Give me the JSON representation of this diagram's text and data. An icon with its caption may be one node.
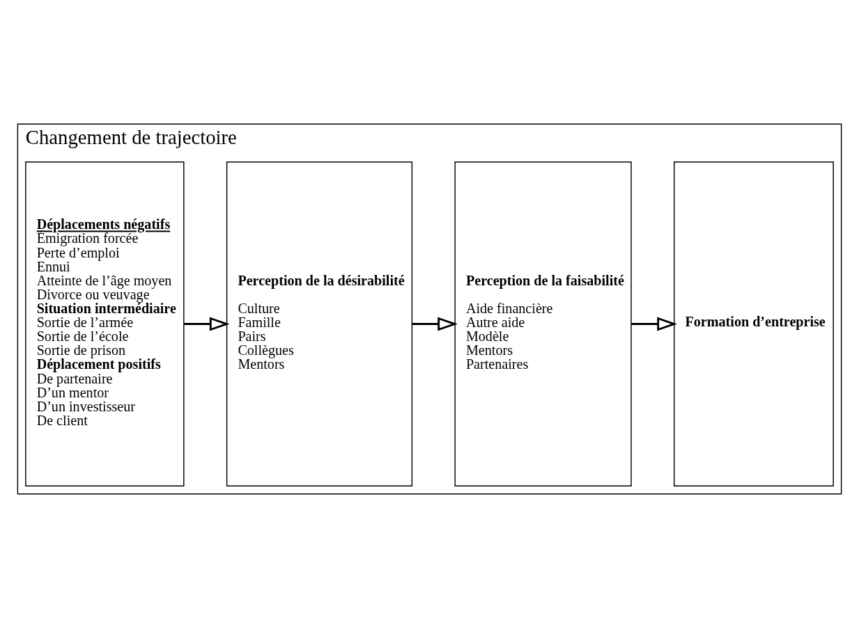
{
  "diagram": {
    "nodes": [
      {
        "text": [
          "Changement de trajectoire"
        ]
      },
      {
        "text": [
          "Déplacements négatifs",
          "Émigration forcée",
          "Perte d’emploi",
          "Ennui",
          "Atteinte de l’âge moyen",
          "Divorce ou veuvage",
          "Situation intermédiaire",
          "Sortie de l’armée",
          "Sortie de l’école",
          "Sortie de prison",
          "Déplacement positifs",
          "De partenaire",
          "D’un mentor",
          "D’un investisseur",
          "De client"
        ],
        "in": 0
      },
      {
        "text": [
          "Perception de la désirabilité",
          "Culture",
          "Famille",
          "Pairs",
          "Collègues",
          "Mentors"
        ],
        "in": 0
      },
      {
        "text": [
          "Perception de la faisabilité",
          "Aide financière",
          "Autre aide",
          "Modèle",
          "Mentors",
          "Partenaires"
        ],
        "in": 0
      },
      {
        "text": [
          "Formation d’entreprise"
        ],
        "in": 0
      }
    ],
    "edges": [
      {
        "from": 1,
        "to": 2,
        "arrow": "to"
      },
      {
        "from": 2,
        "to": 3,
        "arrow": "to"
      },
      {
        "from": 3,
        "to": 4,
        "arrow": "to"
      }
    ]
  }
}
